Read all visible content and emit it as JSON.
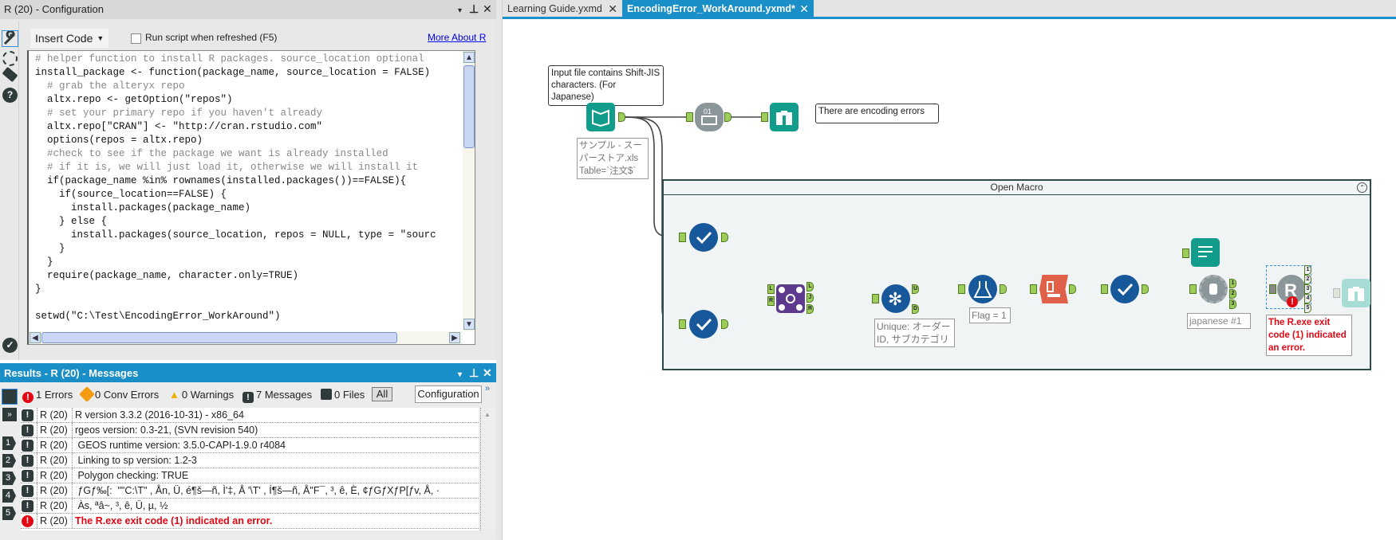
{
  "config_panel": {
    "title": "R (20) - Configuration",
    "controls": [
      "▾",
      "⊥",
      "✕"
    ],
    "insert_code": "Insert Code",
    "run_script_label": "Run script when refreshed (F5)",
    "run_script_checked": false,
    "more_about_link": "More About R",
    "side_icons": [
      "wrench-icon",
      "compass-icon",
      "tag-icon",
      "help-icon",
      "check-icon"
    ],
    "code_lines": [
      "# helper function to install R packages. source_location optional",
      "install_package <- function(package_name, source_location = FALSE)",
      "  # grab the alteryx repo",
      "  altx.repo <- getOption(\"repos\")",
      "  # set your primary repo if you haven't already",
      "  altx.repo[\"CRAN\"] <- \"http://cran.rstudio.com\"",
      "  options(repos = altx.repo)",
      "  #check to see if the package we want is already installed",
      "  # if it is, we will just load it, otherwise we will install it",
      "  if(package_name %in% rownames(installed.packages())==FALSE){",
      "    if(source_location==FALSE) {",
      "      install.packages(package_name)",
      "    } else {",
      "      install.packages(source_location, repos = NULL, type = \"sourc",
      "    }",
      "  }",
      "  require(package_name, character.only=TRUE)",
      "}",
      "",
      "setwd(\"C:\\Test\\EncodingError_WorkAround\")"
    ]
  },
  "results_panel": {
    "title": "Results - R (20) - Messages",
    "filters": {
      "errors": "1 Errors",
      "conv_errors": "0 Conv Errors",
      "warnings": "0 Warnings",
      "messages": "7 Messages",
      "files": "0 Files",
      "all": "All"
    },
    "configuration_button": "Configuration",
    "side_numbers": [
      "1",
      "2",
      "3",
      "4",
      "5"
    ],
    "messages": [
      {
        "type": "message",
        "tool": "R (20)",
        "text": "R version 3.3.2 (2016-10-31) - x86_64"
      },
      {
        "type": "message",
        "tool": "R (20)",
        "text": "rgeos version: 0.3-21, (SVN revision 540)"
      },
      {
        "type": "message",
        "tool": "R (20)",
        "text": " GEOS runtime version: 3.5.0-CAPI-1.9.0 r4084"
      },
      {
        "type": "message",
        "tool": "R (20)",
        "text": " Linking to sp version: 1.2-3"
      },
      {
        "type": "message",
        "tool": "R (20)",
        "text": " Polygon checking: TRUE"
      },
      {
        "type": "message",
        "tool": "R (20)",
        "text": " ƒGƒ‰[:  \"\"C:\\T\" , Ån, Ü, é¶š—ñ, Ì'‡, Å '\\T' , Í¶š—ñ, Å\"F¯, ³, ê, È, ¢ƒGƒXƒP[ƒv, Å, ·"
      },
      {
        "type": "message",
        "tool": "R (20)",
        "text": " Às, ªâ~, ³, ê, Ü, µ, ½"
      },
      {
        "type": "error",
        "tool": "R (20)",
        "text": "The R.exe exit code (1) indicated an error."
      }
    ]
  },
  "tabs": [
    {
      "label": "Learning Guide.yxmd",
      "active": false
    },
    {
      "label": "EncodingError_WorkAround.yxmd*",
      "active": true
    }
  ],
  "canvas": {
    "note_input": "Input file contains Shift-JIS characters. (For Japanese)",
    "note_errors": "There are encoding errors",
    "input_annotation": "サンプル - スーパーストア.xls Table=`注文$`",
    "container_title": "Open Macro",
    "unique_annotation": "Unique: オーダーID, サブカテゴリ",
    "formula_annotation": "Flag = 1",
    "macro_annotation": "japanese #1",
    "r_error_annotation": "The R.exe exit code (1) indicated an error.",
    "join_anchors": [
      "L",
      "R",
      "L",
      "J",
      "R"
    ],
    "unique_anchors": [
      "U",
      "D"
    ],
    "macro_anchors": [
      "1",
      "2",
      "3"
    ],
    "r_anchors": [
      "1",
      "2",
      "3",
      "4",
      "5"
    ],
    "colors": {
      "teal": "#129c8c",
      "blue": "#17589a",
      "purple": "#5d3a8e",
      "orange": "#e0604a",
      "gray": "#8b969a",
      "error": "#e30613",
      "tab_active": "#1a8ec7"
    }
  }
}
